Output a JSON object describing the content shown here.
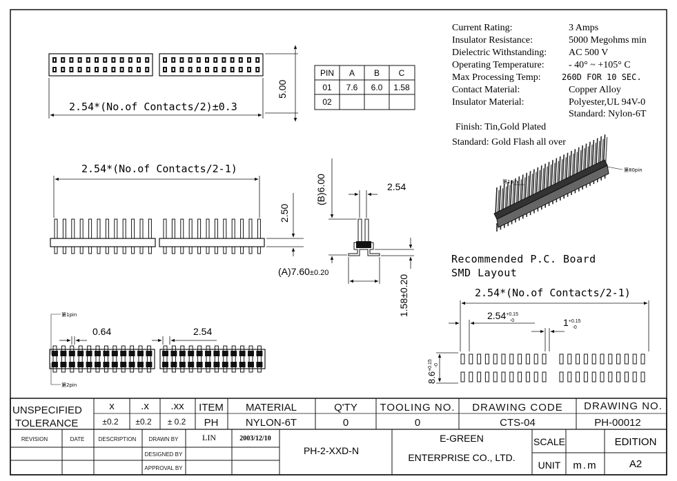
{
  "specs": [
    {
      "label": "Current Rating:",
      "value": "3 Amps"
    },
    {
      "label": "Insulator Resistance:",
      "value": "5000 Megohms min"
    },
    {
      "label": "Dielectric Withstanding:",
      "value": "AC 500 V"
    },
    {
      "label": "Operating Temperature:",
      "value": "- 40° ~ +105° C"
    },
    {
      "label": "Max Processing Temp:",
      "value": "260D FOR 10 SEC."
    },
    {
      "label": "Contact Material:",
      "value": "Copper Alloy"
    },
    {
      "label": "Insulator Material:",
      "value": "Polyester,UL 94V-0"
    }
  ],
  "spec_extra": "Standard: Nylon-6T",
  "finish": "Finish: Tin,Gold Plated",
  "finish_standard": "Standard: Gold Flash all over",
  "pin_table": {
    "headers": [
      "PIN",
      "A",
      "B",
      "C"
    ],
    "rows": [
      [
        "01",
        "7.6",
        "6.0",
        "1.58"
      ],
      [
        "02",
        "",
        "",
        ""
      ]
    ]
  },
  "top_view": {
    "length_dim": "2.54*(No.of Contacts/2)±0.3",
    "height_dim": "5.00"
  },
  "front_view": {
    "length_dim": "2.54*(No.of Contacts/2-1)",
    "height_dim": "2.50"
  },
  "side_view": {
    "b_dim": "(B)6.00",
    "pitch_dim": "2.54",
    "a_dim": "(A)7.60",
    "a_tol": "±0.20",
    "c_dim": "1.58±0.20"
  },
  "bottom_view": {
    "width_dim": "0.64",
    "pitch_dim": "2.54",
    "pin1_label": "第1pin",
    "pin2_label": "第2pin"
  },
  "iso_view": {
    "pin1_label": "第1pin",
    "pin80_label": "第80pin"
  },
  "pcb_layout": {
    "title_line1": "Recommended P.C. Board",
    "title_line2": "SMD Layout",
    "length_dim": "2.54*(No.of Contacts/2-1)",
    "pitch_dim": "2.54",
    "pitch_tol": "+0.15",
    "pitch_tol2": "-0",
    "pad_dim": "1",
    "pad_tol": "+0.15",
    "pad_tol2": "-0",
    "height_dim": "8.6",
    "height_tol": "+0.15",
    "height_tol2": "-0"
  },
  "title_block": {
    "unspecified": "UNSPECIFIED",
    "tolerance": "TOLERANCE",
    "x": "x",
    "x_val": "±0.2",
    "dx": ".x",
    "dx_val": "±0.2",
    "dxx": ".xx",
    "dxx_val": "± 0.2",
    "item_label": "ITEM",
    "item_val": "PH",
    "material_label": "MATERIAL",
    "material_val": "NYLON-6T",
    "qty_label": "Q'TY",
    "qty_val": "0",
    "tooling_label": "TOOLING NO.",
    "tooling_val": "0",
    "drawing_code_label": "DRAWING CODE",
    "drawing_code_val": "CTS-04",
    "drawing_no_label": "DRAWING NO.",
    "drawing_no_val": "PH-00012",
    "revision": "REVISION",
    "date": "DATE",
    "description": "DESCRIPTION",
    "drawn_by": "DRAWN BY",
    "drawn_name": "LIN",
    "drawn_date": "2003/12/10",
    "designed_by": "DESIGNED BY",
    "approval_by": "APPROVAL BY",
    "part_no": "PH-2-XXD-N",
    "company1": "E-GREEN",
    "company2": "ENTERPRISE CO., LTD.",
    "scale": "SCALE",
    "unit": "UNIT",
    "unit_val": "m.m",
    "edition": "EDITION",
    "edition_val": "A2"
  }
}
